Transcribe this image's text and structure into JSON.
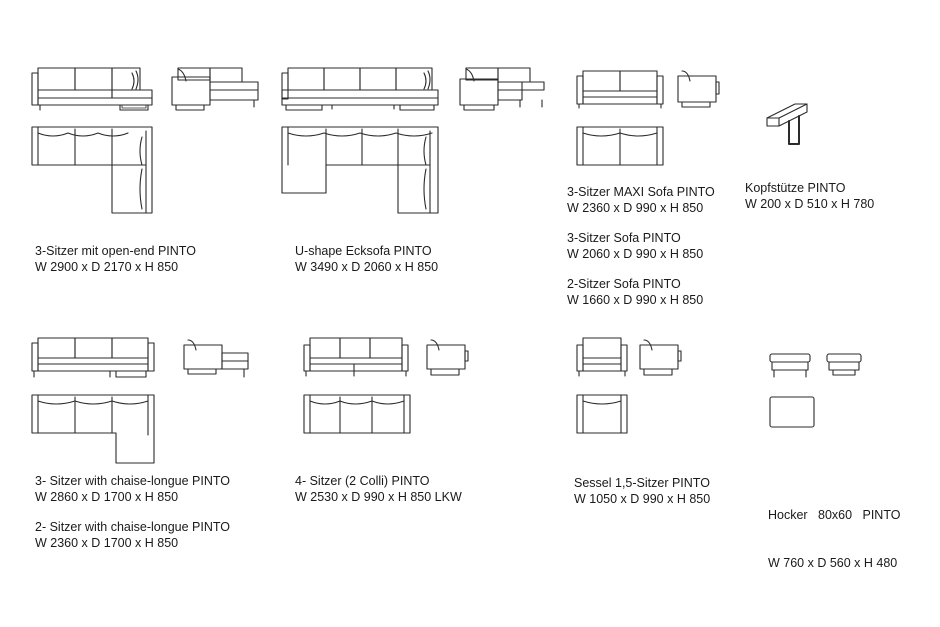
{
  "products": [
    {
      "id": "open-end",
      "name": "3-Sitzer mit open-end PINTO",
      "dims": "W 2900 x D 2170 x H 850"
    },
    {
      "id": "u-shape",
      "name": "U-shape Ecksofa PINTO",
      "dims": "W 3490 x D 2060 x H 850"
    },
    {
      "id": "maxi",
      "name": "3-Sitzer MAXI Sofa PINTO",
      "dims": "W 2360 x D 990 x H 850"
    },
    {
      "id": "3-sitzer",
      "name": "3-Sitzer Sofa PINTO",
      "dims": "W 2060 x D 990 x H 850"
    },
    {
      "id": "2-sitzer",
      "name": "2-Sitzer Sofa PINTO",
      "dims": "W 1660 x D 990 x H 850"
    },
    {
      "id": "kopfstuetze",
      "name": "Kopfstütze PINTO",
      "dims": "W 200 x D 510 x H 780"
    },
    {
      "id": "chaise-3",
      "name": "3- Sitzer with chaise-longue PINTO",
      "dims": "W 2860 x D 1700 x H 850"
    },
    {
      "id": "chaise-2",
      "name": "2- Sitzer with chaise-longue PINTO",
      "dims": "W 2360 x D 1700 x H 850"
    },
    {
      "id": "4-sitzer",
      "name": "4- Sitzer (2 Colli) PINTO",
      "dims": "W 2530 x D 990 x H 850 LKW"
    },
    {
      "id": "sessel",
      "name": "Sessel 1,5-Sitzer PINTO",
      "dims": "W 1050 x D 990 x H 850"
    },
    {
      "id": "hocker",
      "name": "Hocker   80x60   PINTO",
      "dims": "W 760 x D 560 x H 480"
    }
  ]
}
